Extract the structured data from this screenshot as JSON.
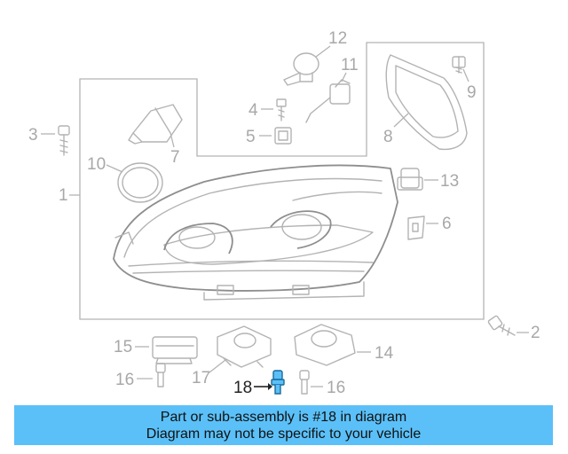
{
  "callouts": {
    "c1": "1",
    "c2": "2",
    "c3": "3",
    "c4": "4",
    "c5": "5",
    "c6": "6",
    "c7": "7",
    "c8": "8",
    "c9": "9",
    "c10": "10",
    "c11": "11",
    "c12": "12",
    "c13": "13",
    "c14": "14",
    "c15": "15",
    "c16a": "16",
    "c16b": "16",
    "c17": "17",
    "c18": "18"
  },
  "highlighted_part": "18",
  "colors": {
    "banner": "#5bc0f8",
    "highlight_part": "#5bc0f8",
    "part_outline": "#b3b3b3",
    "callout_text": "#a8a8a8"
  },
  "banner": {
    "line1": "Part or sub-assembly is #18 in diagram",
    "line2": "Diagram may not be specific to your vehicle"
  }
}
